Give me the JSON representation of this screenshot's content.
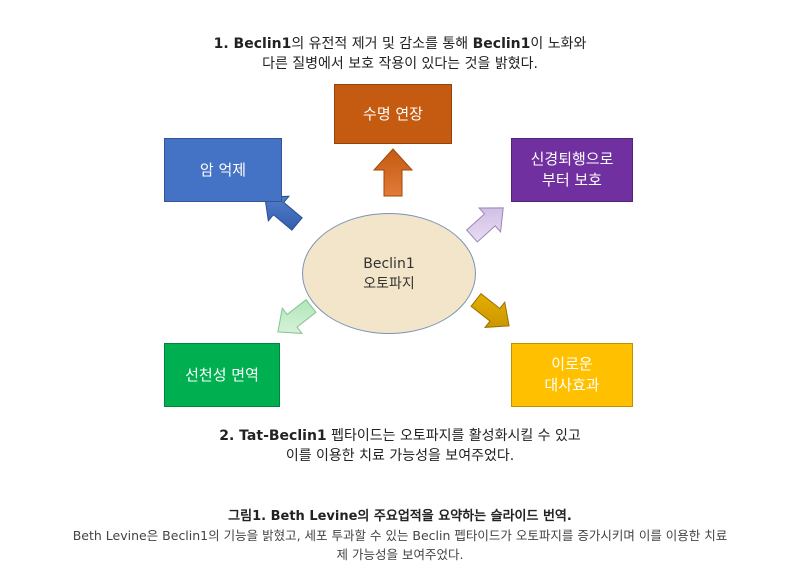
{
  "top_caption": {
    "line1_bold_a": "1. Beclin1",
    "line1_text_a": "의 유전적 제거 및 감소를 통해 ",
    "line1_bold_b": "Beclin1",
    "line1_text_b": "이 노화와",
    "line2": "다른 질병에서 보호 작용이 있다는 것을 밝혔다."
  },
  "center": {
    "line1": "Beclin1",
    "line2": "오토파지"
  },
  "boxes": {
    "top": {
      "label": "수명 연장",
      "color": "#c55a11"
    },
    "left": {
      "label": "암 억제",
      "color": "#4472c4"
    },
    "right": {
      "line1": "신경퇴행으로",
      "line2": "부터 보호",
      "color": "#7030a0"
    },
    "bottom_left": {
      "label": "선천성 면역",
      "color": "#00b050"
    },
    "bottom_right": {
      "line1": "이로운",
      "line2": "대사효과",
      "color": "#ffc000"
    }
  },
  "mid_caption": {
    "line1_bold": "2. Tat-Beclin1",
    "line1_text": " 펩타이드는 오토파지를 활성화시킬 수 있고",
    "line2": "이를 이용한 치료 가능성을 보여주었다."
  },
  "figure": {
    "title": "그림1. Beth Levine의 주요업적을 요약하는 슬라이드 번역.",
    "desc_line1": "Beth Levine은 Beclin1의 기능을 밝혔고, 세포 투과할 수 있는 Beclin 펩타이드가 오토파지를 증가시키며 이를 이용한 치료",
    "desc_line2": "제 가능성을 보여주었다."
  }
}
